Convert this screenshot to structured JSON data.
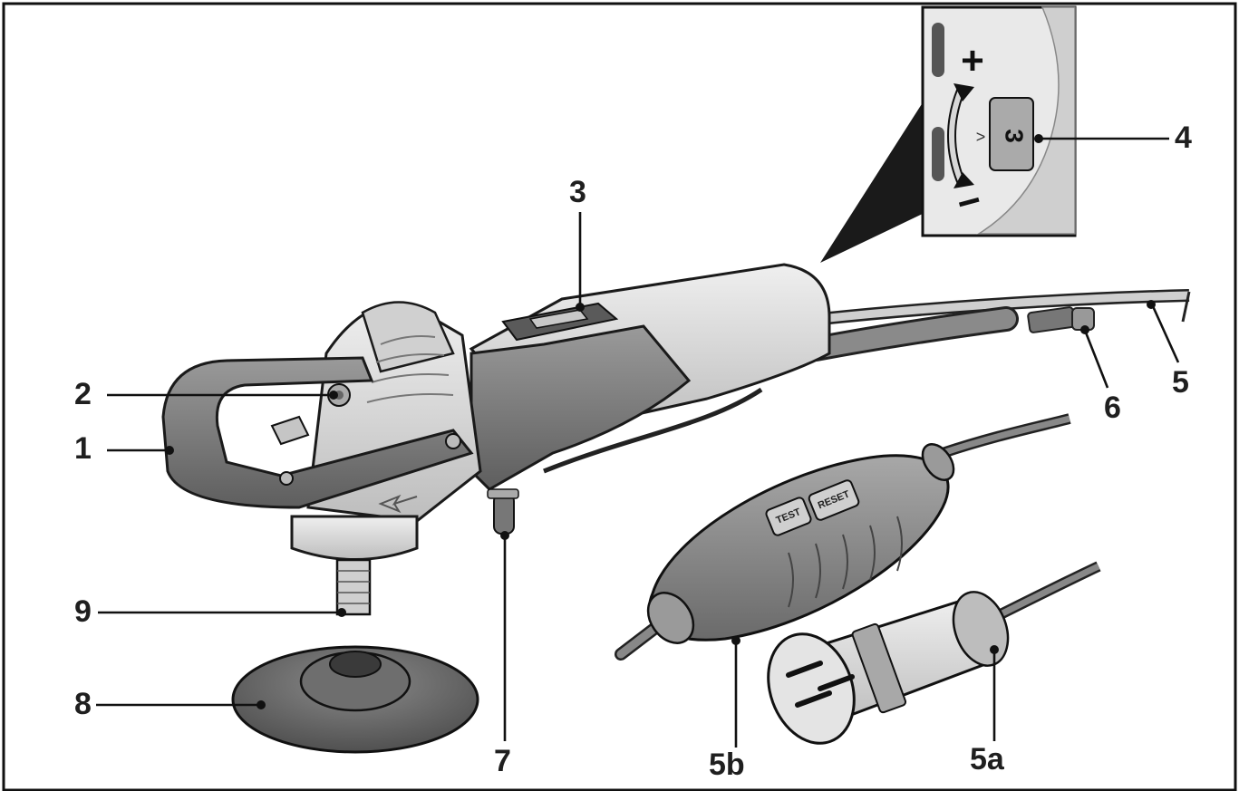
{
  "callouts": [
    {
      "id": "1",
      "text": "1"
    },
    {
      "id": "2",
      "text": "2"
    },
    {
      "id": "3",
      "text": "3"
    },
    {
      "id": "4",
      "text": "4"
    },
    {
      "id": "5",
      "text": "5"
    },
    {
      "id": "5a",
      "text": "5a"
    },
    {
      "id": "5b",
      "text": "5b"
    },
    {
      "id": "6",
      "text": "6"
    },
    {
      "id": "7",
      "text": "7"
    },
    {
      "id": "8",
      "text": "8"
    },
    {
      "id": "9",
      "text": "9"
    }
  ],
  "inset": {
    "plus_symbol": "+",
    "minus_symbol": "−",
    "dial_value": "3",
    "dial_mark": ">"
  },
  "rcd_buttons": {
    "test_label": "TEST",
    "reset_label": "RESET"
  },
  "colors": {
    "body_dark": "#7a7a7a",
    "body_light": "#d9d9d9",
    "outline": "#1a1a1a",
    "background": "#ffffff"
  }
}
